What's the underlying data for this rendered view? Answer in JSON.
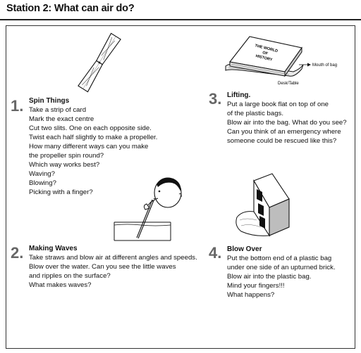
{
  "page": {
    "title": "Station 2: What can air do?"
  },
  "sections": [
    {
      "number": "1.",
      "heading": "Spin Things",
      "lines": [
        "Take a strip of card",
        "Mark the exact centre",
        "Cut two slits. One on each opposite side.",
        "Twist each half slightly to make a propeller.",
        "How many different ways can you make",
        "the propeller spin round?",
        "Which way works best?",
        "Waving?",
        "Blowing?",
        "Picking with a finger?"
      ]
    },
    {
      "number": "2.",
      "heading": "Making Waves",
      "lines": [
        "Take straws and blow air at different angles and speeds.",
        "Blow over the water.  Can you see the little waves",
        "and ripples on the surface?",
        " What makes waves?"
      ]
    },
    {
      "number": "3.",
      "heading": "Lifting.",
      "lines": [
        "Put a large book flat on top of one",
        "of the plastic bags.",
        "Blow air into the bag. What do you see?",
        "Can you think of an emergency where",
        "someone could be rescued like this?"
      ]
    },
    {
      "number": "4.",
      "heading": "Blow Over",
      "lines": [
        "Put the bottom end of a plastic bag",
        "under  one side of an upturned brick.",
        "Blow air into the plastic bag.",
        "Mind your fingers!!!",
        "What happens?"
      ]
    }
  ],
  "illustrations": {
    "book_label_mouth": "Mouth of bag",
    "book_label_desk": "Desk/Table",
    "book_spine_lines": [
      "THE WORLD",
      "OF",
      "HISTORY"
    ]
  }
}
